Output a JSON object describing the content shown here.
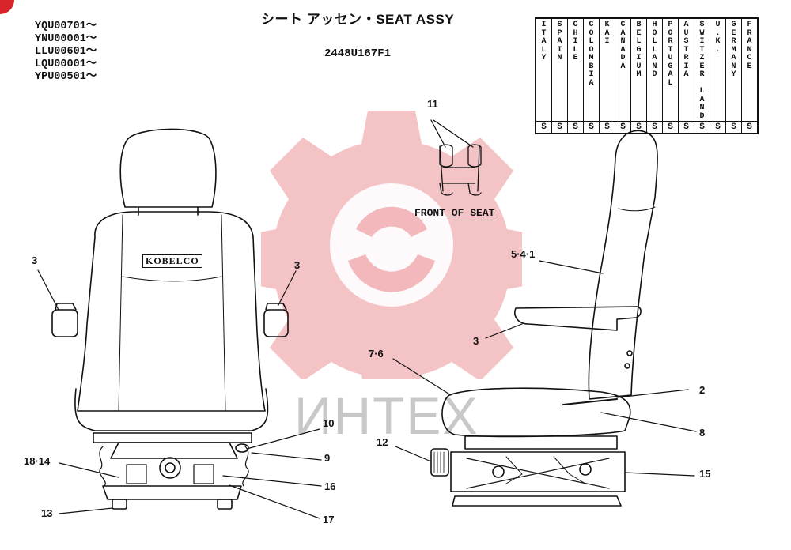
{
  "header": {
    "title": "シート アッセン・SEAT ASSY",
    "part_number": "2448U167F1",
    "serials": [
      "YQU00701～",
      "YNU00001～",
      "LLU00601～",
      "LQU00001～",
      "YPU00501～"
    ]
  },
  "countries": {
    "names": [
      "ITALY",
      "SPAIN",
      "CHILE",
      "COLOMBIA",
      "KAI",
      "CANADA",
      "BELGIUM",
      "HOLLAND",
      "PORTUGAL",
      "AUSTRIA",
      "SWITZER LAND",
      "U.K.",
      "GERMANY",
      "FRANCE"
    ],
    "values": [
      "S",
      "S",
      "S",
      "S",
      "S",
      "S",
      "S",
      "S",
      "S",
      "S",
      "S",
      "S",
      "S",
      "S"
    ]
  },
  "detail": {
    "label": "FRONT OF SEAT",
    "callout": "11"
  },
  "seat_brand": "KOBELCO",
  "watermark_text": "ИНТЕХ",
  "callouts": {
    "rear_left_arm": "3",
    "rear_right_arm": "3",
    "side_back": "5·4·1",
    "side_arm": "3",
    "side_cushion": "7·6",
    "lever_2": "2",
    "part_8": "8",
    "knob_12": "12",
    "rail_15": "15",
    "part_10": "10",
    "part_9": "9",
    "part_18_14": "18·14",
    "part_16": "16",
    "part_13": "13",
    "part_17": "17"
  },
  "colors": {
    "ink": "#111111",
    "watermark": "#f2b8bb",
    "badge": "#d8232a"
  }
}
